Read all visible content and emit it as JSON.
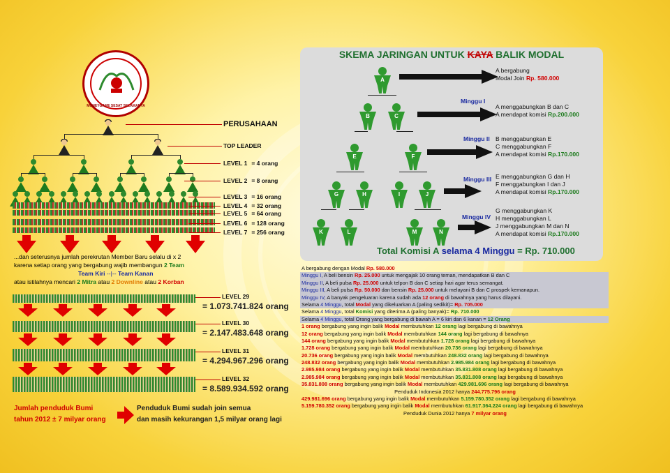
{
  "logo": {
    "text": "MONEYGAME SESAT SELAMANYA"
  },
  "left": {
    "company": "PERUSAHAAN",
    "top_leader": "TOP LEADER",
    "levels": [
      {
        "label": "LEVEL 1",
        "count": "= 4 orang"
      },
      {
        "label": "LEVEL 2",
        "count": "= 8 orang"
      },
      {
        "label": "LEVEL 3",
        "count": "= 16 orang"
      },
      {
        "label": "LEVEL 4",
        "count": "= 32 orang"
      },
      {
        "label": "LEVEL 5",
        "count": "= 64 orang"
      },
      {
        "label": "LEVEL 6",
        "count": "= 128 orang"
      },
      {
        "label": "LEVEL 7",
        "count": "= 256 orang"
      }
    ],
    "desc1": "...dan seterusnya jumlah perekrutan Member Baru selalu di x 2",
    "desc2a": "karena setiap orang yang bergabung wajib membangun ",
    "desc2b": "2 Team",
    "desc3a": "Team Kiri",
    "desc3b": " --|-- ",
    "desc3c": "Team Kanan",
    "desc4a": "atau istilahnya mencari ",
    "desc4b": "2 Mitra",
    "desc4c": " atau ",
    "desc4d": "2 Downline",
    "desc4e": " atau ",
    "desc4f": "2 Korban",
    "big_levels": [
      {
        "label": "LEVEL 29",
        "count": "= 1.073.741.824 orang"
      },
      {
        "label": "LEVEL 30",
        "count": "= 2.147.483.648 orang"
      },
      {
        "label": "LEVEL 31",
        "count": "= 4.294.967.296 orang"
      },
      {
        "label": "LEVEL 32",
        "count": "= 8.589.934.592 orang"
      }
    ],
    "pop1": "Jumlah penduduk Bumi",
    "pop2": "tahun 2012 ± 7 milyar orang",
    "join1": "Penduduk Bumi sudah join semua",
    "join2": "dan masih kekurangan 1,5 milyar orang lagi"
  },
  "right": {
    "title_a": "SKEMA JARINGAN UNTUK ",
    "title_b": "KAYA",
    "title_c": " BALIK MODAL",
    "nodes": [
      "A",
      "B",
      "C",
      "E",
      "F",
      "G",
      "H",
      "I",
      "J",
      "K",
      "L",
      "M",
      "N"
    ],
    "weeks": [
      "Minggu I",
      "Minggu II",
      "Minggu III",
      "Minggu IV"
    ],
    "steps": [
      {
        "l1": "A bergabung",
        "l2a": "Modal Join ",
        "l2b": "Rp. 580.000"
      },
      {
        "l1": "A menggabungkan B dan C",
        "l2a": "A mendapat komisi ",
        "l2b": "Rp.200.000"
      },
      {
        "l1": "B menggabungkan E",
        "l2": "C menggabungkan F",
        "l3a": "A  mendapat komisi ",
        "l3b": "Rp.170.000"
      },
      {
        "l1": "E menggabungkan G dan H",
        "l2": "F menggabungkan I dan J",
        "l3a": "A  mendapat komisi ",
        "l3b": "Rp.170.000"
      },
      {
        "l1": "G menggabungkan K",
        "l2": "H menggabungkan L",
        "l3": "J menggabungkan M dan N",
        "l4a": "A  mendapat komisi ",
        "l4b": "Rp.170.000"
      }
    ],
    "total_a": "Total Komisi A ",
    "total_b": "selama ",
    "total_c": "4 Minggu",
    "total_d": " = Rp. 710.000"
  },
  "rows": [
    {
      "t": "A bergabung dengan Modal ",
      "r": "Rp. 580.000"
    },
    {
      "w": "Minggu I",
      "t": ", A beli bensin ",
      "r": "Rp. 25.000",
      "t2": " untuk mengajak 10 orang teman, mendapatkan B dan C"
    },
    {
      "w": "Minggu II",
      "t": ", A beli pulsa ",
      "r": "Rp. 25.000",
      "t2": " untuk telpon B dan C setiap hari agar terus semangat."
    },
    {
      "w": "Minggu III",
      "t": ", A beli pulsa ",
      "r": "Rp. 50.000",
      "t2": " dan bensin ",
      "r2": "Rp. 25.000",
      "t3": " untuk melayani B dan C prospek kemanapun."
    },
    {
      "w": "Minggu IV",
      "t": ", A banyak pengeluaran karena sudah ada ",
      "r": "12 orang",
      "t2": " di bawahnya yang harus dilayani."
    },
    {
      "t": "Selama ",
      "b": "4 Minggu",
      "t2": ", total ",
      "r": "Modal",
      "t3": " yang dikeluarkan A (paling sedikit)= ",
      "r2": "Rp. 705.000"
    },
    {
      "t": "Selama ",
      "b": "4 Minggu",
      "t2": ", total ",
      "g": "Komisi",
      "t3": " yang diterima A (paling banyak)= ",
      "g2": "Rp. 710.000"
    },
    {
      "t": "Selama ",
      "b": "4 Minggu",
      "t2": ", total Orang yang bergabung di bawah A = 6 kiri dan 6 kanan = ",
      "g": "12 Orang"
    },
    {
      "r": "1 orang",
      "t": " bergabung yang ingin balik ",
      "r2": "Modal",
      "t2": " membutuhkan ",
      "g": "12 orang",
      "t3": " lagi bergabung di bawahnya"
    },
    {
      "r": "12 orang",
      "t": " bergabung yang ingin balik ",
      "r2": "Modal",
      "t2": " membutuhkan ",
      "g": "144 orang",
      "t3": " lagi bergabung di bawahnya"
    },
    {
      "r": "144 orang",
      "t": " bergabung yang ingin balik ",
      "r2": "Modal",
      "t2": " membutuhkan ",
      "g": "1.728 orang",
      "t3": " lagi bergabung di bawahnya"
    },
    {
      "r": "1.728 orang",
      "t": " bergabung yang ingin balik ",
      "r2": "Modal",
      "t2": " membutuhkan ",
      "g": "20.736 orang",
      "t3": " lagi bergabung di bawahnya"
    },
    {
      "r": "20.736 orang",
      "t": " bergabung yang ingin balik ",
      "r2": "Modal",
      "t2": " membutuhkan ",
      "g": "248.832 orang",
      "t3": " lagi bergabung di bawahnya"
    },
    {
      "r": "248.832 orang",
      "t": " bergabung yang ingin balik ",
      "r2": "Modal",
      "t2": " membutuhkan ",
      "g": "2.985.984 orang",
      "t3": " lagi bergabung di bawahnya"
    },
    {
      "r": "2.985.984 orang",
      "t": " bergabung yang ingin balik ",
      "r2": "Modal",
      "t2": " membutuhkan ",
      "g": "35.831.808 orang",
      "t3": " lagi bergabung di bawahnya"
    },
    {
      "r": "2.985.984 orang",
      "t": " bergabung yang ingin balik ",
      "r2": "Modal",
      "t2": " membutuhkan ",
      "g": "35.831.808 orang",
      "t3": " lagi bergabung di bawahnya"
    },
    {
      "r": "35.831.808 orang",
      "t": " bergabung yang ingin balik ",
      "r2": "Modal",
      "t2": " membutuhkan ",
      "g": "429.981.696 orang",
      "t3": " lagi bergabung di bawahnya"
    },
    {
      "c": true,
      "t": "Penduduk Indonesia 2012 hanya ",
      "r": "244.775.796 orang"
    },
    {
      "r": "429.981.696 orang",
      "t": " bergabung yang ingin balik ",
      "r2": "Modal",
      "t2": " membutuhkan ",
      "g": "5.159.780.352 orang",
      "t3": " lagi bergabung di bawahnya"
    },
    {
      "r": "5.159.780.352 orang",
      "t": " bergabung yang ingin balik ",
      "r2": "Modal",
      "t2": " membutuhkan ",
      "g": "61.917.364.224 orang",
      "t3": " lagi bergabung di bawahnya"
    },
    {
      "c": true,
      "t": "Penduduk Dunia 2012 hanya ",
      "r": "7 milyar orang"
    }
  ]
}
